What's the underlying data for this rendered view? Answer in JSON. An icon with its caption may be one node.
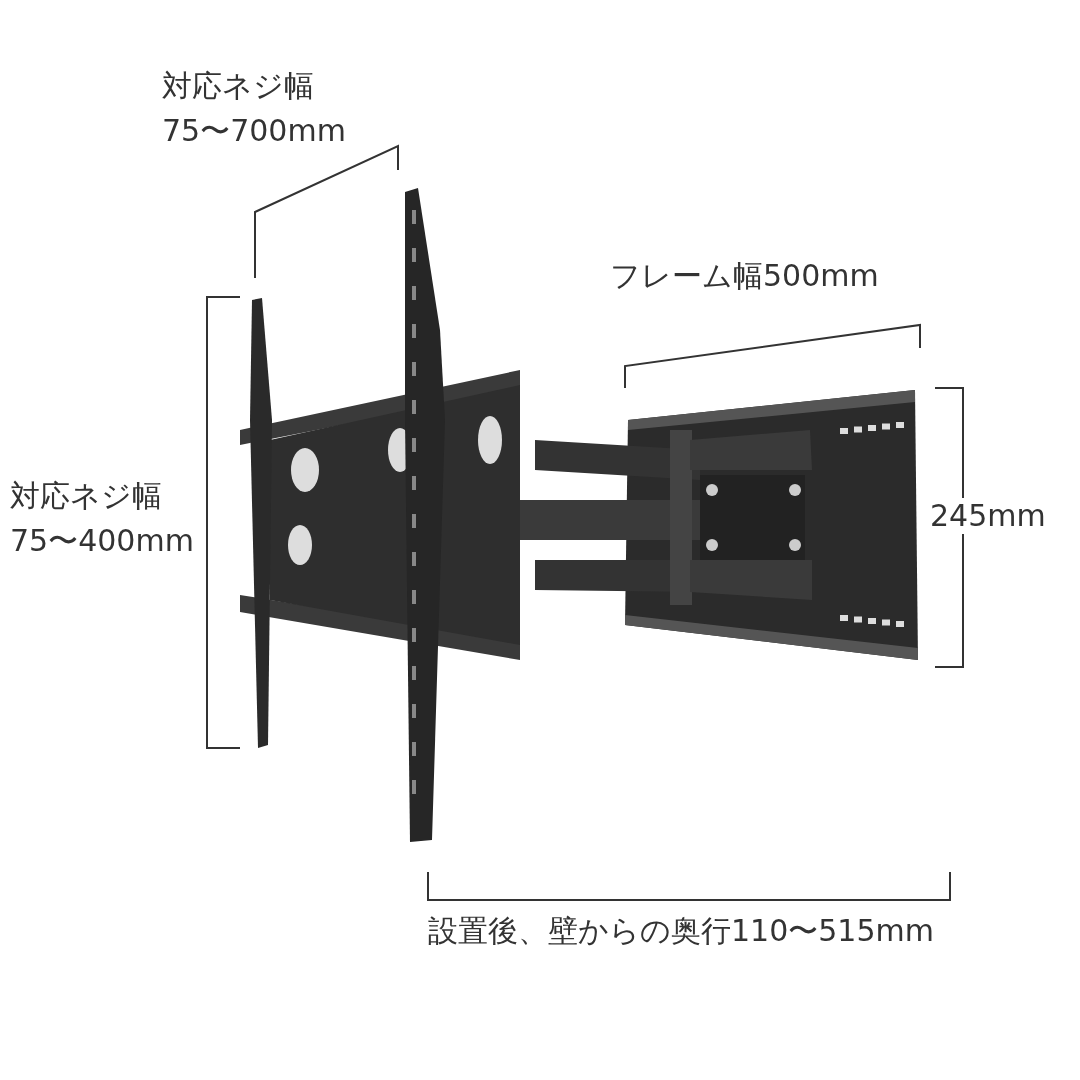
{
  "diagram": {
    "labels": [
      "対応ネジ幅",
      "75〜700mm",
      "フレーム幅500mm",
      "対応ネジ幅",
      "75〜400mm",
      "245mm",
      "設置後、壁からの奥行110〜515mm"
    ]
  }
}
